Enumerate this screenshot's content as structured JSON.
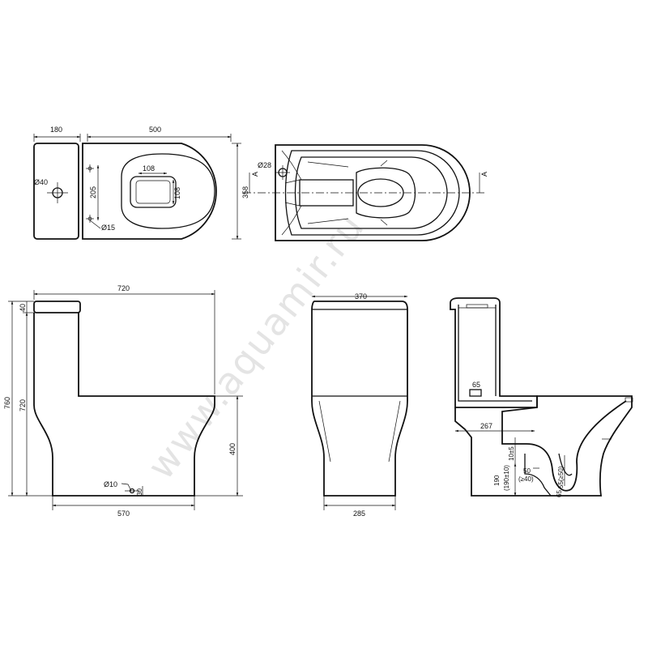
{
  "watermark": "www.aquamir.ru",
  "top_view": {
    "dim_tank_depth": "180",
    "dim_bowl_length": "500",
    "dim_width": "358",
    "dim_hole_spacing": "205",
    "dim_hole_diameter": "Ø15",
    "dim_tank_hole": "Ø40",
    "dim_seat_width": "108",
    "dim_seat_depth": "108"
  },
  "section_top": {
    "section_marker_left": "A",
    "section_marker_right": "A",
    "dim_hole": "Ø28"
  },
  "side_view": {
    "dim_length": "720",
    "dim_lid": "40",
    "dim_total_height": "760",
    "dim_tank_height": "720",
    "dim_bowl_height": "400",
    "dim_floor_hole": "Ø10",
    "dim_floor_hole_offset": "30",
    "dim_base": "570"
  },
  "front_view": {
    "dim_width": "370",
    "dim_base": "285"
  },
  "cross_section": {
    "dim_valve": "65",
    "dim_outlet_distance": "267",
    "dim_outlet_gap": "10±5",
    "dim_outlet_height": "190",
    "dim_outlet_height_tol": "(190±10)",
    "dim_pipe": "50",
    "dim_pipe_min": "(≥40)",
    "dim_trap": "55(≥50)",
    "dim_trap_base": "65"
  }
}
